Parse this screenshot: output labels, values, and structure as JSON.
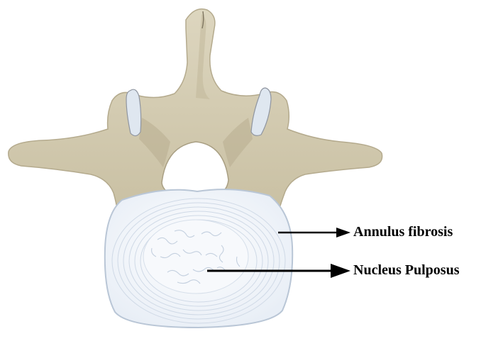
{
  "diagram": {
    "subject": "vertebra-and-intervertebral-disc",
    "colors": {
      "bone": "#d5cdb3",
      "bone_shadow": "#9f9578",
      "bone_outline": "#b4aa8d",
      "cartilage": "#dfe7f0",
      "disc": "#f1f5fb",
      "disc_ring": "#cfd9e6",
      "nucleus_texture": "#c4d0df",
      "arrow": "#000000"
    },
    "labels": {
      "annulus": "Annulus fibrosis",
      "nucleus": "Nucleus Pulposus"
    }
  }
}
